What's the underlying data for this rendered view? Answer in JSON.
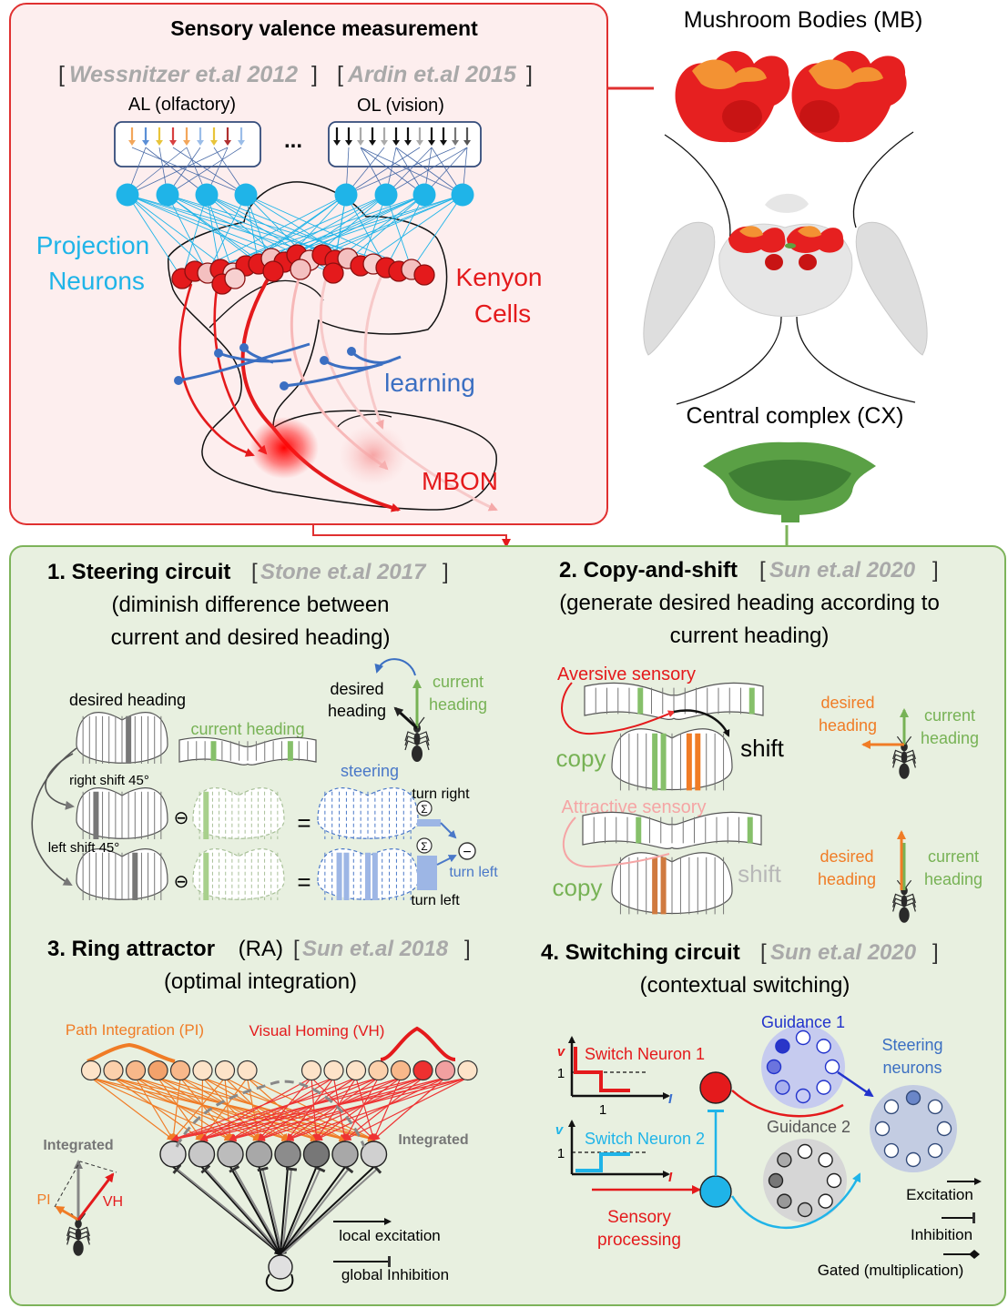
{
  "colors": {
    "mb_panel_bg": "#fdeeee",
    "mb_panel_border": "#e03030",
    "cx_panel_bg": "#e8f0e0",
    "cx_panel_border": "#7db35a",
    "projection": "#1fb4e8",
    "kenyon": "#e41a1c",
    "learning": "#3b6fc2",
    "mbon": "#e41a1c",
    "green": "#77b255",
    "orange": "#f07c26",
    "blue": "#3a54c4",
    "grey_cite": "#a9a9a9"
  },
  "top": {
    "panel_title": "Sensory valence measurement",
    "cite1": "Wessnitzer et.al 2012",
    "cite2": "Ardin et.al 2015",
    "al_label": "AL (olfactory)",
    "ol_label": "OL (vision)",
    "dots": "...",
    "pn_label_1": "Projection",
    "pn_label_2": "Neurons",
    "kc_label_1": "Kenyon",
    "kc_label_2": "Cells",
    "learning_label": "learning",
    "mbon_label": "MBON",
    "mb_title": "Mushroom Bodies (MB)",
    "cx_title": "Central complex (CX)"
  },
  "steering": {
    "title": "1. Steering circuit",
    "cite": "Stone et.al 2017",
    "subtitle_1": "(diminish difference between",
    "subtitle_2": "current and desired heading)",
    "desired_heading": "desired heading",
    "current_heading": "current heading",
    "right_shift": "right shift 45°",
    "left_shift": "left shift 45°",
    "steering_label": "steering",
    "turn_right": "turn right",
    "turn_left_1": "turn left",
    "turn_left_2": "turn left",
    "ant_desired_1": "desired",
    "ant_desired_2": "heading",
    "ant_current_1": "current",
    "ant_current_2": "heading",
    "minus": "⊖",
    "equals": "=",
    "sigma": "Σ"
  },
  "copyshift": {
    "title": "2. Copy-and-shift",
    "cite": "Sun et.al 2020",
    "subtitle_1": "(generate desired heading according to",
    "subtitle_2": "current heading)",
    "aversive": "Aversive sensory",
    "attractive": "Attractive sensory",
    "copy_1": "copy",
    "copy_2": "copy",
    "shift_1": "shift",
    "shift_2": "shift",
    "desired_1a": "desired",
    "desired_1b": "heading",
    "current_1a": "current",
    "current_1b": "heading",
    "desired_2a": "desired",
    "desired_2b": "heading",
    "current_2a": "current",
    "current_2b": "heading"
  },
  "ring": {
    "title": "3. Ring attractor",
    "abbr": " (RA) ",
    "cite": "Sun et.al 2018",
    "subtitle": "(optimal integration)",
    "pi_label": "Path Integration (PI)",
    "vh_label": "Visual Homing (VH)",
    "integrated_right": "Integrated",
    "integrated_left": "Integrated",
    "pi_short": "PI",
    "vh_short": "VH",
    "local_excitation": "local excitation",
    "global_inhibition": "global Inhibition"
  },
  "switching": {
    "title": "4. Switching circuit",
    "cite": "Sun et.al 2020",
    "subtitle": "(contextual switching)",
    "switch_neuron_1": "Switch Neuron 1",
    "switch_neuron_2": "Switch Neuron 2",
    "axis_v": "v",
    "axis_i": "I",
    "tick_1": "1",
    "sensory_1": "Sensory",
    "sensory_2": "processing",
    "guidance_1": "Guidance 1",
    "guidance_2": "Guidance 2",
    "steering_1": "Steering",
    "steering_2": "neurons",
    "excitation": "Excitation",
    "inhibition": "Inhibition",
    "gated": "Gated (multiplication)"
  }
}
